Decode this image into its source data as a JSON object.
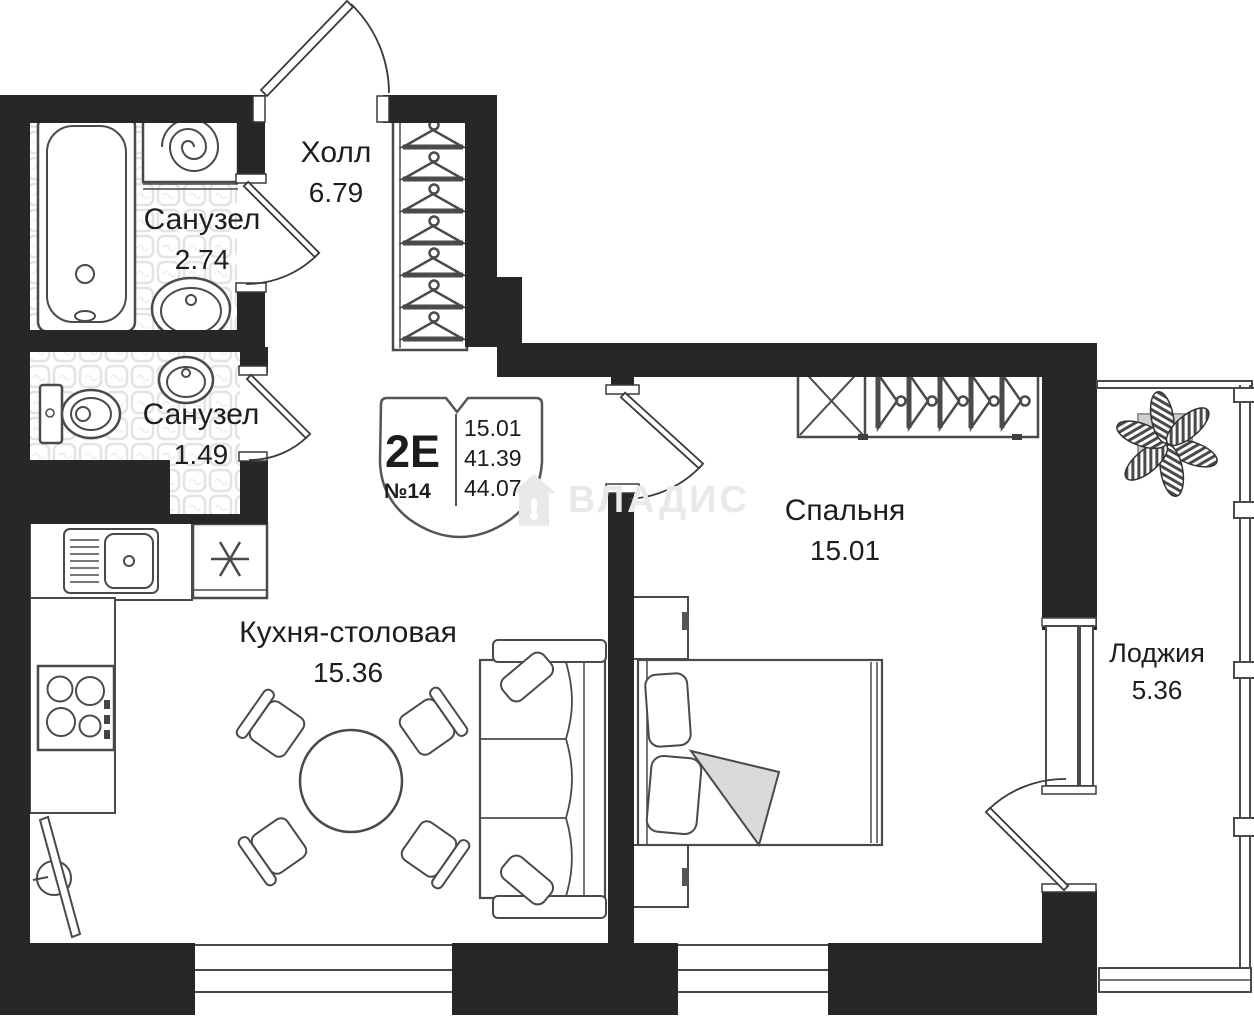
{
  "unit_badge": {
    "type": "2Е",
    "unit_number": "№14",
    "living_area": "15.01",
    "area_no_loggia": "41.39",
    "total_area": "44.07"
  },
  "watermark": {
    "text": "ВЛАДИС"
  },
  "rooms": [
    {
      "id": "hall",
      "name": "Холл",
      "area": "6.79"
    },
    {
      "id": "bathroom_large",
      "name": "Санузел",
      "area": "2.74"
    },
    {
      "id": "bathroom_small",
      "name": "Санузел",
      "area": "1.49"
    },
    {
      "id": "kitchen_dining",
      "name": "Кухня-столовая",
      "area": "15.36"
    },
    {
      "id": "bedroom",
      "name": "Спальня",
      "area": "15.01"
    },
    {
      "id": "loggia",
      "name": "Лоджия",
      "area": "5.36"
    }
  ],
  "colors": {
    "wall": "#272727",
    "furniture_line": "#4a4a4a",
    "tile_line": "#e3e3e3",
    "blanket": "#dadada",
    "watermark": "#e9e9e9"
  }
}
